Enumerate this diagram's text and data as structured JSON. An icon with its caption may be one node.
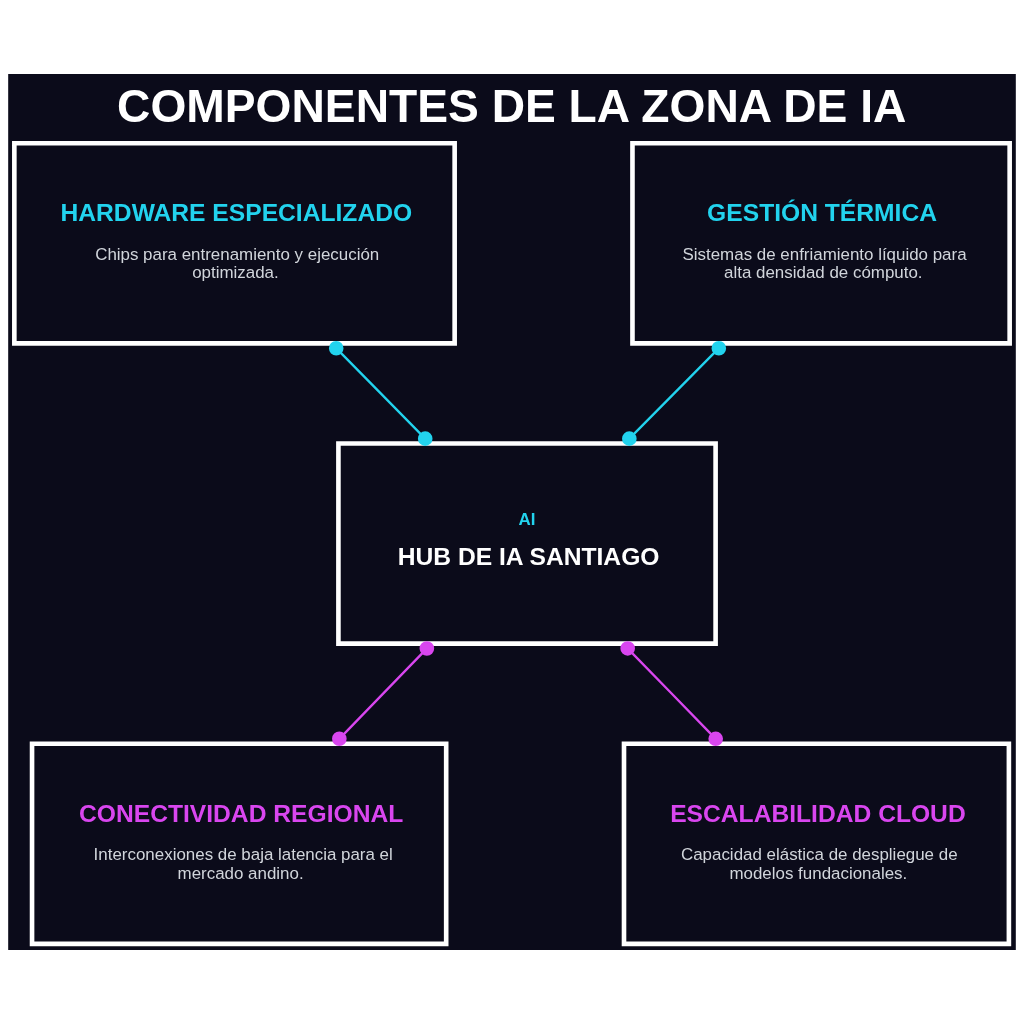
{
  "diagram": {
    "title": "COMPONENTES DE LA ZONA DE IA",
    "nodes": [
      {
        "text": [
          "HARDWARE ESPECIALIZADO",
          "Chips para entrenamiento y ejecución optimizada."
        ]
      },
      {
        "text": [
          "GESTIÓN TÉRMICA",
          "Sistemas de enfriamiento líquido para alta densidad de cómputo."
        ]
      },
      {
        "text": [
          "AI",
          "HUB DE IA SANTIAGO"
        ]
      },
      {
        "text": [
          "CONECTIVIDAD REGIONAL",
          "Interconexiones de baja latencia para el mercado andino."
        ]
      },
      {
        "text": [
          "ESCALABILIDAD CLOUD",
          "Capacidad elástica de despliegue de modelos fundacionales."
        ]
      }
    ],
    "edges": [
      {
        "from": 0,
        "to": 2,
        "arrow": "other",
        "color": "#22d3ee"
      },
      {
        "from": 1,
        "to": 2,
        "arrow": "other",
        "color": "#22d3ee"
      },
      {
        "from": 2,
        "to": 3,
        "arrow": "other",
        "color": "#d946ef"
      },
      {
        "from": 2,
        "to": 4,
        "arrow": "other",
        "color": "#d946ef"
      }
    ]
  }
}
